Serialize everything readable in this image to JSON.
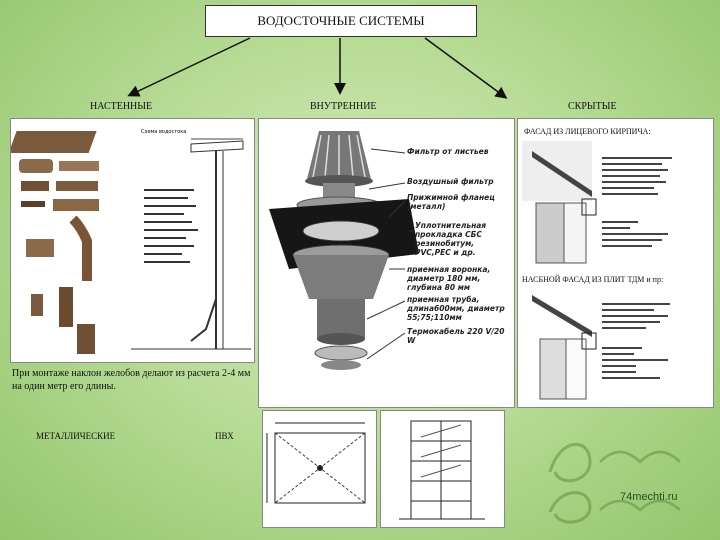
{
  "header": {
    "title": "ВОДОСТОЧНЫЕ СИСТЕМЫ"
  },
  "categories": {
    "wall": "НАСТЕННЫЕ",
    "internal": "ВНУТРЕННИЕ",
    "hidden": "СКРЫТЫЕ"
  },
  "hidden_panel": {
    "brick_caption": "ФАСАД ИЗ ЛИЦЕВОГО КИРПИЧА:",
    "tdm_caption": "НАСБНОЙ ФАСАД ИЗ ПЛИТ ТДМ и пр:"
  },
  "wall_panel": {
    "note": "При монтаже наклон желобов делают из расчета 2-4 мм на один метр его длины.",
    "metal_label": "МЕТАЛЛИЧЕСКИЕ",
    "pvc_label": "ПВХ"
  },
  "funnel_labels": [
    "Фильтр от листьев",
    "Воздушный фильтр",
    "Прижимной фланец (металл)",
    "Уплотнительная прокладка СБС резинобитум, PVC,PEC и др.",
    "приемная воронка, диаметр 180 мм, глубина 80 мм",
    "приемная труба, длина600мм, диаметр 55;75;110мм",
    "Термокабель 220 V/20 W"
  ],
  "watermark": {
    "text": "74mechti.ru"
  },
  "colors": {
    "background": "#b9dd98",
    "arrow": "#111111",
    "panel": "#ffffff"
  }
}
